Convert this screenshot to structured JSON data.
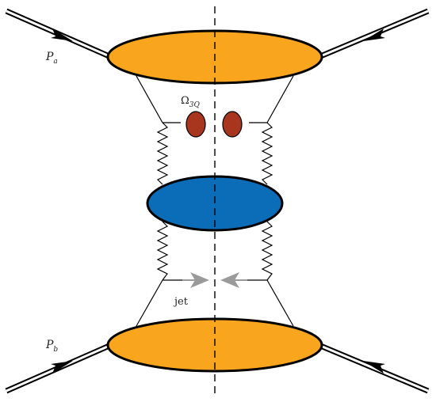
{
  "labels": {
    "pa": "P",
    "pa_sub": "a",
    "pb": "P",
    "pb_sub": "b",
    "omega": "Ω",
    "omega_sub": "3Q",
    "jet": "jet"
  },
  "colors": {
    "upper_blob": "#F9A51D",
    "lower_blob": "#F9A51D",
    "central_blob": "#0B6CB8",
    "omega_blob": "#A8351E",
    "jet_arrow": "#9A9A9A",
    "line": "#000000"
  }
}
